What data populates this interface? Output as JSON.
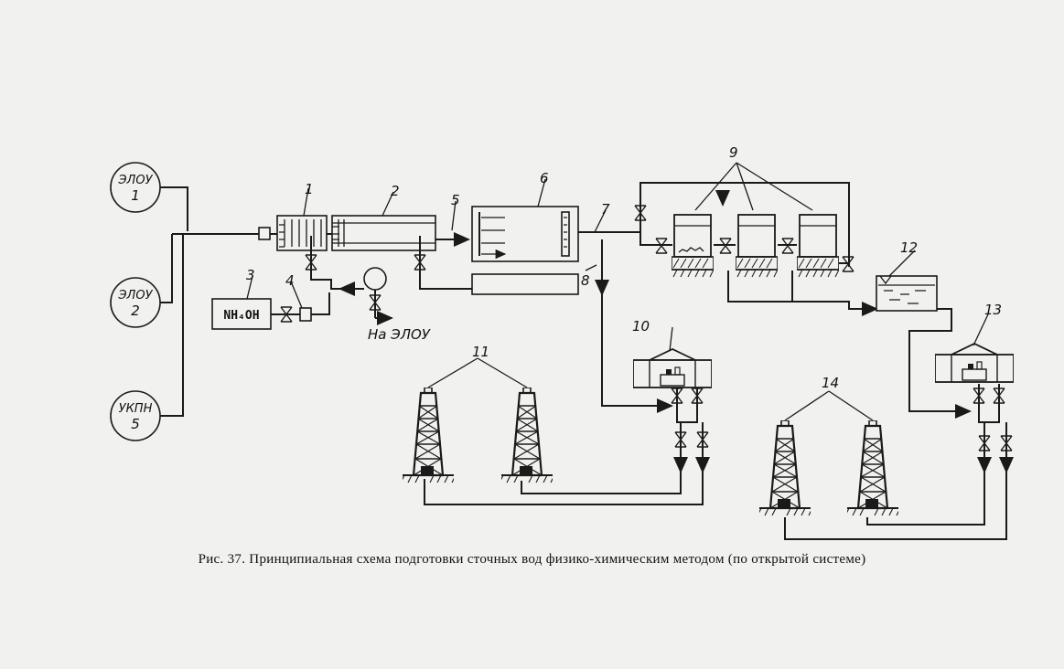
{
  "sources": [
    {
      "top": "ЭЛОУ",
      "num": "1"
    },
    {
      "top": "ЭЛОУ",
      "num": "2"
    },
    {
      "top": "УКПН",
      "num": "5"
    }
  ],
  "reagent": "NH₄OH",
  "outlet_label": "На ЭЛОУ",
  "numbers": [
    "1",
    "2",
    "3",
    "4",
    "5",
    "6",
    "7",
    "8",
    "9",
    "10",
    "11",
    "12",
    "13",
    "14"
  ],
  "caption": "Рис. 37. Принципиальная схема подготовки сточных вод физико-химическим методом (по открытой системе)"
}
